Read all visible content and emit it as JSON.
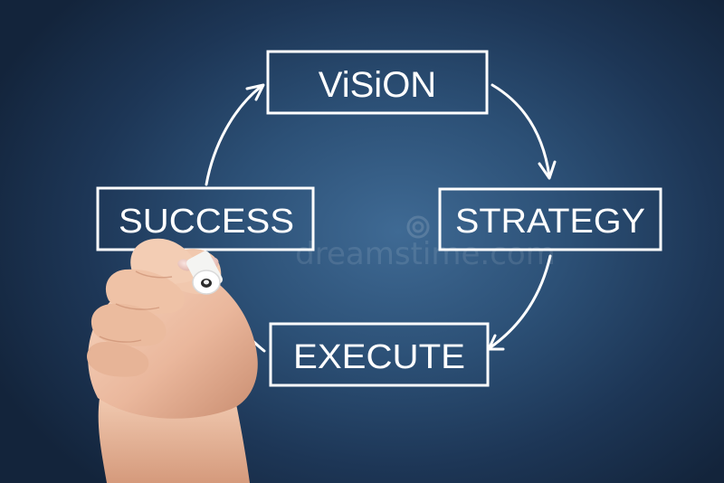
{
  "diagram": {
    "nodes": [
      {
        "id": "vision",
        "label": "ViSiON"
      },
      {
        "id": "strategy",
        "label": "STRATEGY"
      },
      {
        "id": "execute",
        "label": "EXECUTE"
      },
      {
        "id": "success",
        "label": "SUCCESS"
      }
    ],
    "edges": [
      {
        "from": "vision",
        "to": "strategy"
      },
      {
        "from": "strategy",
        "to": "execute"
      },
      {
        "from": "execute",
        "to": "success"
      },
      {
        "from": "success",
        "to": "vision"
      }
    ],
    "stroke_color": "#ffffff",
    "background_color": "#2c5076"
  },
  "watermark": {
    "text": "dreamstime.com",
    "icon": "dreamstime-logo-icon"
  }
}
